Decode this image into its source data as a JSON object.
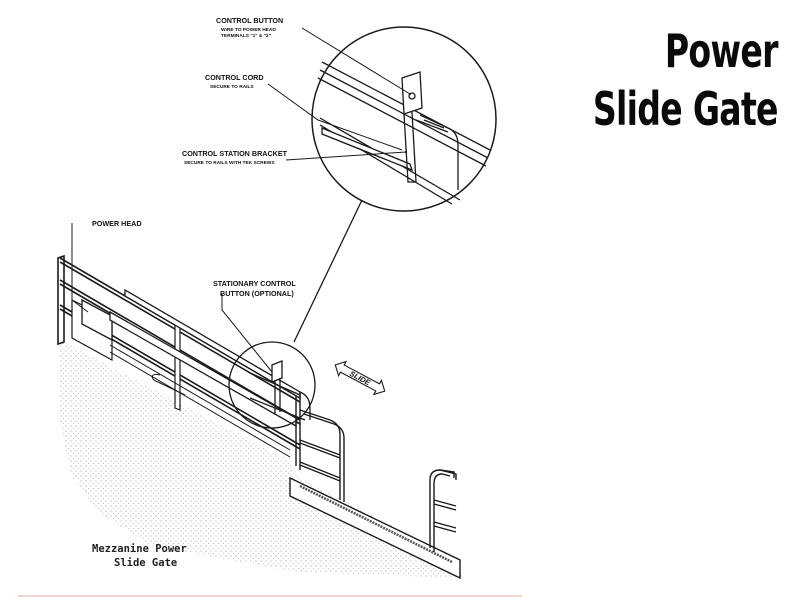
{
  "title": {
    "line1": "Power",
    "line2": "Slide Gate"
  },
  "callouts": {
    "control_button": {
      "title": "CONTROL BUTTON",
      "sub1": "WIRE TO POWER HEAD",
      "sub2": "TERMINALS \"1\" & \"2\""
    },
    "control_cord": {
      "title": "CONTROL CORD",
      "sub": "SECURE TO RAILS"
    },
    "control_station_bracket": {
      "title": "CONTROL STATION BRACKET",
      "sub": "SECURE TO RAILS WITH TEK SCREWS"
    },
    "power_head": {
      "title": "POWER HEAD"
    },
    "stationary_button": {
      "line1": "STATIONARY CONTROL",
      "line2": "BUTTON (OPTIONAL)"
    },
    "slide_arrow": "SLIDE"
  },
  "caption": {
    "line1": "Mezzanine Power",
    "line2": "Slide Gate"
  },
  "colors": {
    "ink": "#1a1a1a",
    "hatch": "#bcbcbc",
    "accent_line": "#e3a7a3"
  }
}
